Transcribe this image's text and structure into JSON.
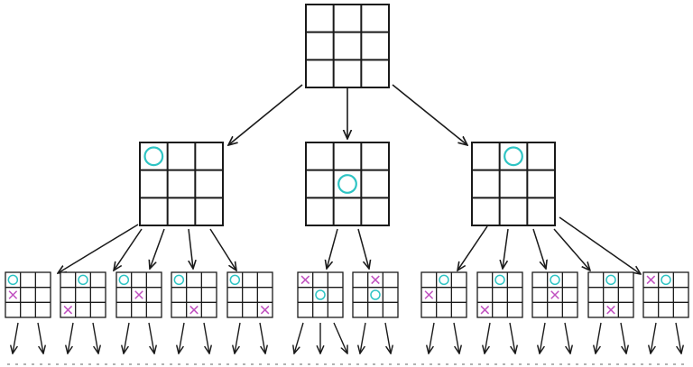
{
  "colors": {
    "grid": "#1a1a1a",
    "nought": "#2ec4c4",
    "cross": "#c050c0",
    "arrow": "#1a1a1a",
    "dots": "#999999"
  },
  "tree": {
    "root": {
      "cells": [
        "",
        "",
        "",
        "",
        "",
        "",
        "",
        "",
        ""
      ]
    },
    "level1": [
      {
        "cells": [
          "O",
          "",
          "",
          "",
          "",
          "",
          "",
          "",
          ""
        ]
      },
      {
        "cells": [
          "",
          "",
          "",
          "",
          "O",
          "",
          "",
          "",
          ""
        ]
      },
      {
        "cells": [
          "",
          "O",
          "",
          "",
          "",
          "",
          "",
          "",
          ""
        ]
      }
    ],
    "level2": [
      {
        "parent": 0,
        "cells": [
          "O",
          "",
          "",
          "X",
          "",
          "",
          "",
          "",
          ""
        ]
      },
      {
        "parent": 0,
        "cells": [
          "",
          "O",
          "",
          "",
          "",
          "",
          "X",
          "",
          ""
        ]
      },
      {
        "parent": 0,
        "cells": [
          "O",
          "",
          "",
          "",
          "X",
          "",
          "",
          "",
          ""
        ]
      },
      {
        "parent": 0,
        "cells": [
          "O",
          "",
          "",
          "",
          "",
          "",
          "",
          "X",
          ""
        ]
      },
      {
        "parent": 0,
        "cells": [
          "O",
          "",
          "",
          "",
          "",
          "",
          "",
          "",
          "X"
        ]
      },
      {
        "parent": 1,
        "cells": [
          "X",
          "",
          "",
          "",
          "O",
          "",
          "",
          "",
          ""
        ]
      },
      {
        "parent": 1,
        "cells": [
          "",
          "X",
          "",
          "",
          "O",
          "",
          "",
          "",
          ""
        ]
      },
      {
        "parent": 2,
        "cells": [
          "",
          "O",
          "",
          "X",
          "",
          "",
          "",
          "",
          ""
        ]
      },
      {
        "parent": 2,
        "cells": [
          "",
          "O",
          "",
          "",
          "",
          "",
          "X",
          "",
          ""
        ]
      },
      {
        "parent": 2,
        "cells": [
          "",
          "O",
          "",
          "",
          "X",
          "",
          "",
          "",
          ""
        ]
      },
      {
        "parent": 2,
        "cells": [
          "",
          "O",
          "",
          "",
          "",
          "",
          "",
          "X",
          ""
        ]
      },
      {
        "parent": 2,
        "cells": [
          "X",
          "O",
          "",
          "",
          "",
          "",
          "",
          "",
          ""
        ]
      }
    ],
    "continuation_arrows_per_leaf": [
      2,
      2,
      2,
      2,
      2,
      3,
      2,
      2,
      2,
      2,
      2,
      2
    ]
  }
}
